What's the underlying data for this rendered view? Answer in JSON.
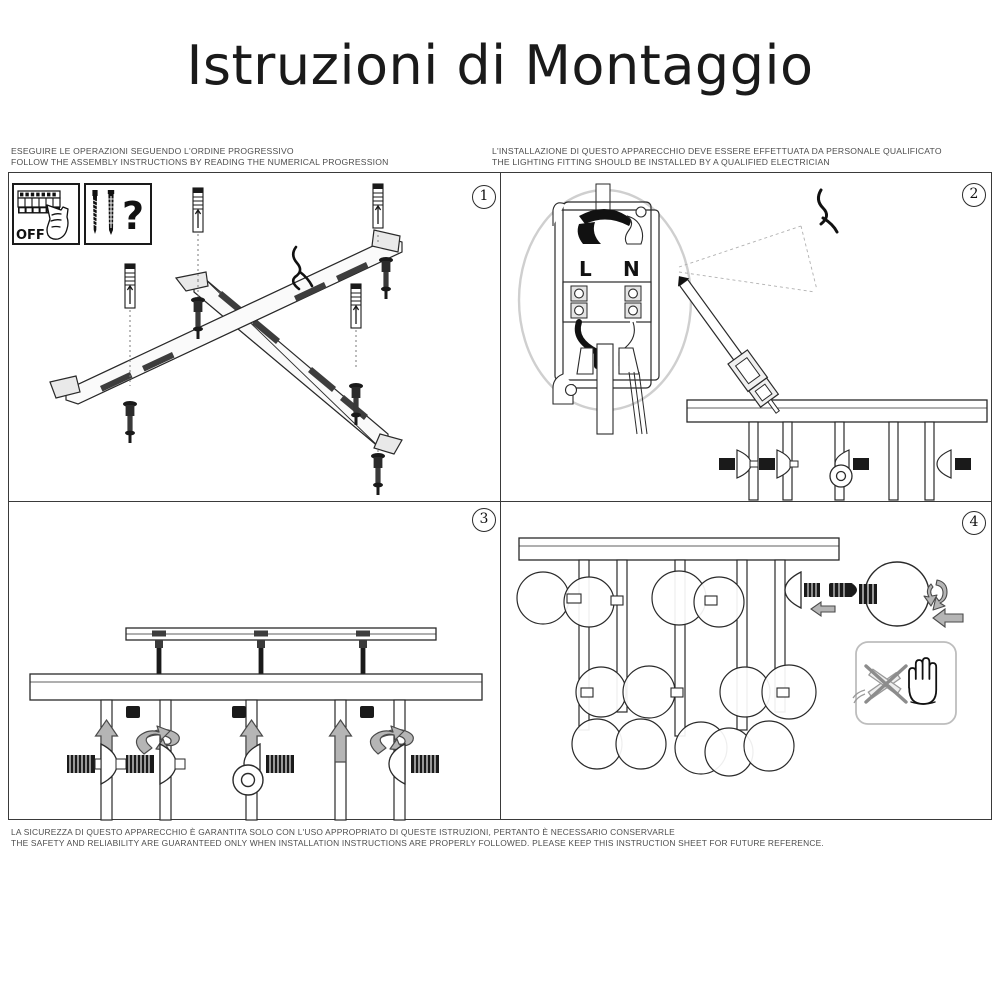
{
  "document": {
    "title": "Istruzioni di Montaggio",
    "type": "assembly-instruction-sheet",
    "background": "#ffffff",
    "ink": "#231f20"
  },
  "captions": {
    "top_left": {
      "italian": "ESEGUIRE LE OPERAZIONI SEGUENDO L'ORDINE PROGRESSIVO",
      "english": "FOLLOW THE ASSEMBLY INSTRUCTIONS BY READING THE NUMERICAL PROGRESSION"
    },
    "top_right": {
      "italian": "L'INSTALLAZIONE DI QUESTO APPARECCHIO DEVE ESSERE EFFETTUATA DA PERSONALE QUALIFICATO",
      "english": "THE LIGHTING FITTING SHOULD BE INSTALLED BY A QUALIFIED ELECTRICIAN"
    },
    "bottom": {
      "italian": "LA SICUREZZA DI QUESTO APPARECCHIO È GARANTITA SOLO CON L'USO APPROPRIATO DI QUESTE ISTRUZIONI, PERTANTO È NECESSARIO CONSERVARLE",
      "english": "THE SAFETY AND RELIABILITY ARE GUARANTEED ONLY WHEN INSTALLATION INSTRUCTIONS ARE PROPERLY FOLLOWED. PLEASE KEEP THIS INSTRUCTION SHEET FOR FUTURE REFERENCE."
    }
  },
  "panels": [
    {
      "number": "1",
      "badge": "1",
      "name": "mount-bracket-bars",
      "icons": [
        {
          "name": "breaker-off-icon",
          "label": "OFF",
          "meaning": "switch off the mains breaker"
        },
        {
          "name": "screw-and-wallplug-icon",
          "label": "?",
          "meaning": "choose correct screws and wall plugs"
        }
      ],
      "content": "Two crossed mounting bars fixed to the ceiling with four screws and wall plugs; supply cable shown at centre."
    },
    {
      "number": "2",
      "badge": "2",
      "name": "wiring-and-rods",
      "terminal_block": {
        "live": "L",
        "neutral": "N"
      },
      "content": "Detail of the terminal block wiring (L / N) and fitting of the vertical rods with their connectors to the canopy plate."
    },
    {
      "number": "3",
      "badge": "3",
      "name": "fix-canopy-plate",
      "content": "Raise the canopy plate onto the bracket bar and lock the rod connectors by pushing up and turning."
    },
    {
      "number": "4",
      "badge": "4",
      "name": "fit-glass-globes",
      "detail": "Insert the bulb into the socket and screw on the glass globe by turning it.",
      "warning": {
        "name": "no-tools-use-hands-warning",
        "meaning": "do not use tools, handle glass with bare hands only"
      }
    }
  ],
  "colors": {
    "frame_line": "#3a3a3a",
    "draw_line": "#2a2a2a",
    "arrow_fill": "#b5b5b5",
    "metal_fill": "#f2f2f2",
    "dark_part": "#1a1a1a"
  }
}
